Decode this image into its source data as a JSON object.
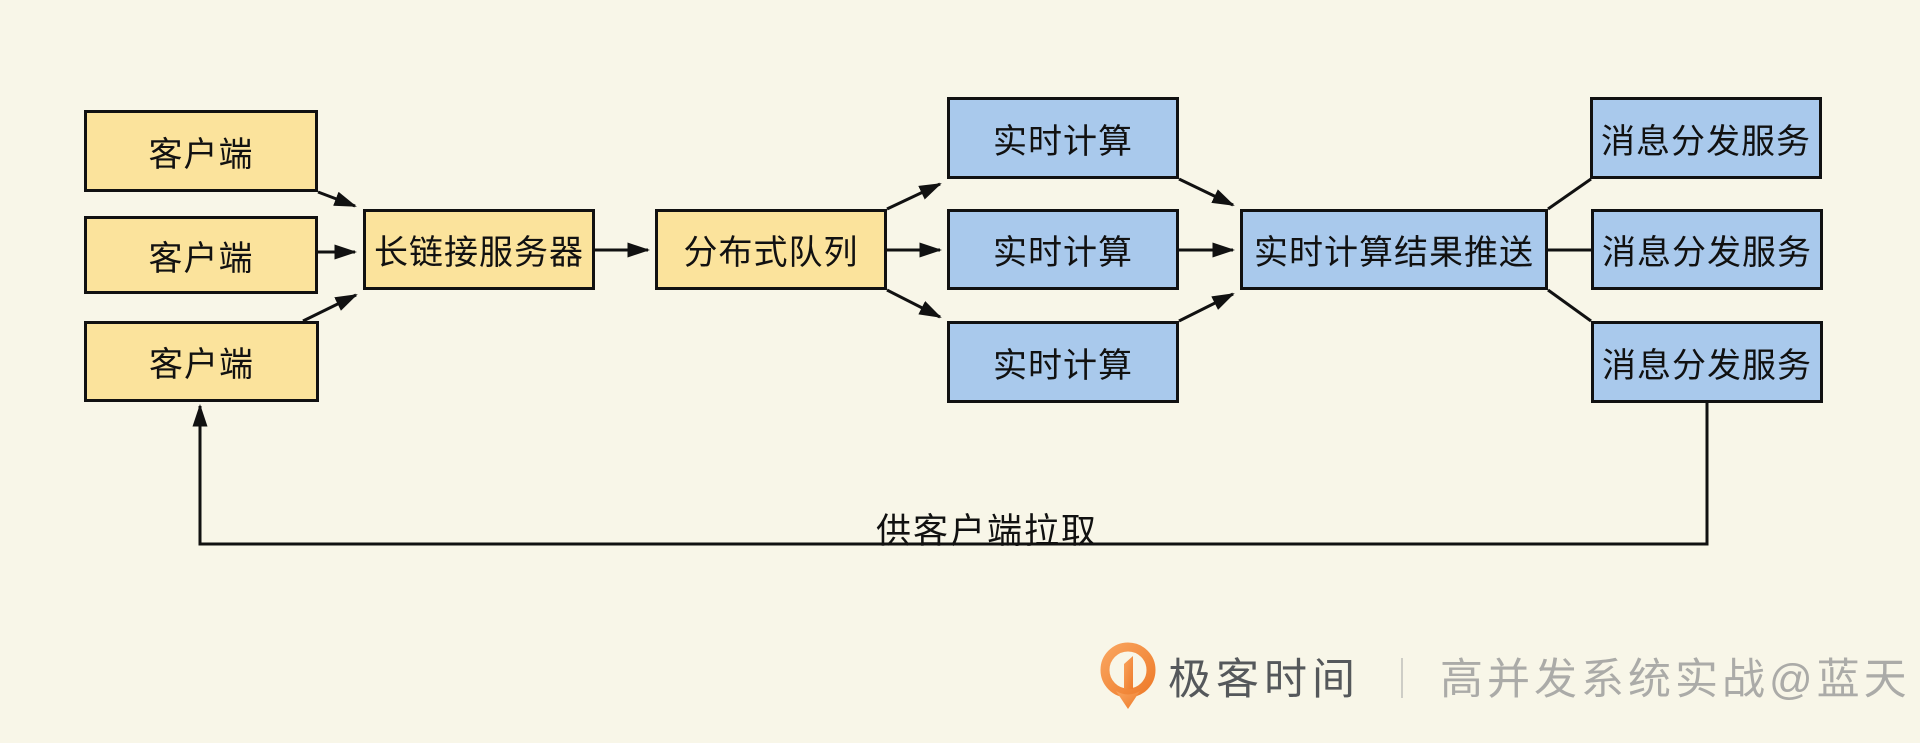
{
  "diagram": {
    "colors": {
      "bg": "#F8F6E8",
      "node_fill_yellow": "#FBE39C",
      "node_fill_blue": "#A9C9EC",
      "line": "#111111",
      "brand_color": "#55585B",
      "watermark_color": "#ABABA8",
      "logo_orange": "#F28532"
    },
    "nodes": {
      "client1": {
        "label": "客户端"
      },
      "client2": {
        "label": "客户端"
      },
      "client3": {
        "label": "客户端"
      },
      "long_conn_server": {
        "label": "长链接服务器"
      },
      "distributed_queue": {
        "label": "分布式队列"
      },
      "realtime_compute1": {
        "label": "实时计算"
      },
      "realtime_compute2": {
        "label": "实时计算"
      },
      "realtime_compute3": {
        "label": "实时计算"
      },
      "result_push": {
        "label": "实时计算结果推送"
      },
      "msg_dispatch1": {
        "label": "消息分发服务"
      },
      "msg_dispatch2": {
        "label": "消息分发服务"
      },
      "msg_dispatch3": {
        "label": "消息分发服务"
      }
    },
    "feedback_edge_label": "供客户端拉取"
  },
  "footer": {
    "logo_icon": "geektime-pin-icon",
    "brand": "极客时间",
    "divider": "｜",
    "watermark": "高并发系统实战@蓝天"
  }
}
